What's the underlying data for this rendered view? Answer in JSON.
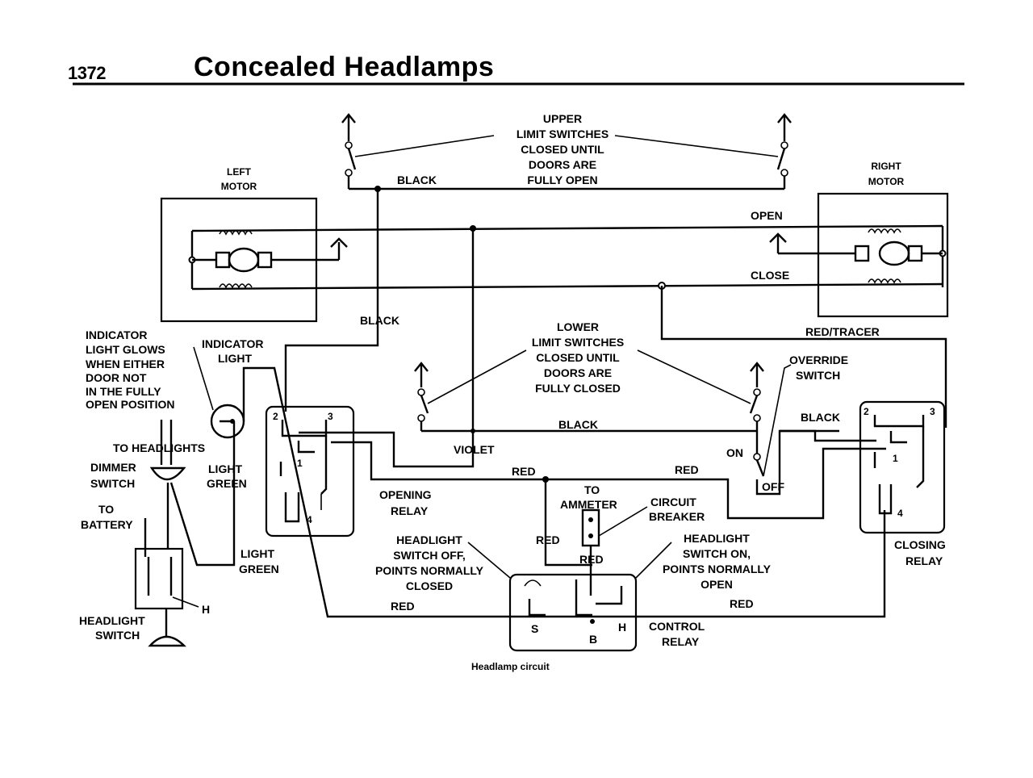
{
  "header": {
    "page_number": "1372",
    "title": "Concealed Headlamps"
  },
  "caption": "Headlamp circuit",
  "labels": {
    "upper_limit": [
      "UPPER",
      "LIMIT SWITCHES",
      "CLOSED UNTIL",
      "DOORS ARE",
      "FULLY OPEN"
    ],
    "left_motor": [
      "LEFT",
      "MOTOR"
    ],
    "right_motor": [
      "RIGHT",
      "MOTOR"
    ],
    "open": "OPEN",
    "close": "CLOSE",
    "black_top": "BLACK",
    "black_mid": "BLACK",
    "black_lower": "BLACK",
    "black_right": "BLACK",
    "red_tracer": "RED/TRACER",
    "indicator_note": [
      "INDICATOR",
      "LIGHT GLOWS",
      "WHEN EITHER",
      "DOOR NOT",
      "IN THE FULLY",
      "OPEN POSITION"
    ],
    "indicator_light": [
      "INDICATOR",
      "LIGHT"
    ],
    "lower_limit": [
      "LOWER",
      "LIMIT SWITCHES",
      "CLOSED UNTIL",
      "DOORS ARE",
      "FULLY CLOSED"
    ],
    "override_switch": [
      "OVERRIDE",
      "SWITCH"
    ],
    "on": "ON",
    "off": "OFF",
    "to_headlights": "TO HEADLIGHTS",
    "dimmer_switch": [
      "DIMMER",
      "SWITCH"
    ],
    "light_green_top": [
      "LIGHT",
      "GREEN"
    ],
    "violet": "VIOLET",
    "red_1": "RED",
    "red_2": "RED",
    "red_3": "RED",
    "red_4": "RED",
    "red_5": "RED",
    "red_6": "RED",
    "opening_relay": [
      "OPENING",
      "RELAY"
    ],
    "closing_relay": [
      "CLOSING",
      "RELAY"
    ],
    "to_ammeter": [
      "TO",
      "AMMETER"
    ],
    "circuit_breaker": [
      "CIRCUIT",
      "BREAKER"
    ],
    "to_battery": [
      "TO",
      "BATTERY"
    ],
    "headlight_off": [
      "HEADLIGHT",
      "SWITCH OFF,",
      "POINTS NORMALLY",
      "CLOSED"
    ],
    "headlight_on": [
      "HEADLIGHT",
      "SWITCH ON,",
      "POINTS NORMALLY",
      "OPEN"
    ],
    "light_green_bottom": [
      "LIGHT",
      "GREEN"
    ],
    "headlight_switch": [
      "HEADLIGHT",
      "SWITCH"
    ],
    "h_left": "H",
    "control_relay": [
      "CONTROL",
      "RELAY"
    ],
    "term_s": "S",
    "term_b": "B",
    "term_h": "H",
    "relay_terms_open": {
      "t2": "2",
      "t3": "3",
      "t1": "1",
      "t4": "4"
    },
    "relay_terms_close": {
      "t2": "2",
      "t3": "3",
      "t1": "1",
      "t4": "4"
    }
  }
}
